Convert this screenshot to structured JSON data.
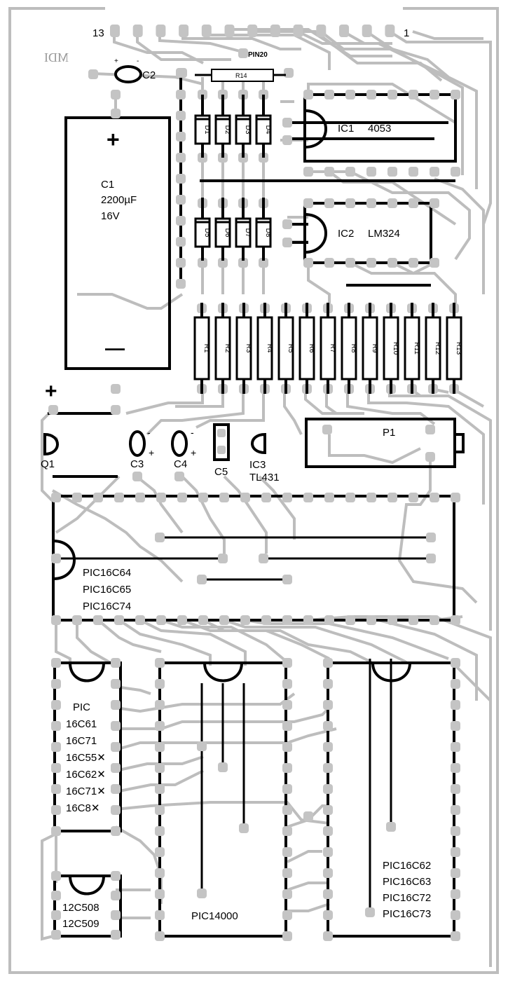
{
  "header": {
    "pin_left": "13",
    "pin_right": "1",
    "mirror_logo": "MDI"
  },
  "top": {
    "pin20": "PIN20",
    "c2_plus": "+",
    "c2_minus": "-",
    "c2": "C2",
    "r14": "R14"
  },
  "c1": {
    "plus": "+",
    "minus": "—",
    "name": "C1",
    "value": "2200µF",
    "voltage": "16V"
  },
  "diodes": [
    "D1",
    "D2",
    "D3",
    "D4",
    "D5",
    "D6",
    "D7",
    "D8"
  ],
  "ic1": {
    "name": "IC1",
    "part": "4053"
  },
  "ic2": {
    "name": "IC2",
    "part": "LM324"
  },
  "resistors": [
    "R1",
    "R2",
    "R3",
    "R4",
    "R5",
    "R6",
    "R7",
    "R8",
    "R9",
    "R10",
    "R11",
    "R12",
    "R13"
  ],
  "mid": {
    "plus": "+",
    "q1": "Q1",
    "c3": "C3",
    "c3_minus": "-",
    "c3_plus": "+",
    "c4": "C4",
    "c4_minus": "-",
    "c4_plus": "+",
    "c5": "C5",
    "ic3": "IC3",
    "ic3_part": "TL431",
    "p1": "P1"
  },
  "socket40": [
    "PIC16C64",
    "PIC16C65",
    "PIC16C74"
  ],
  "socket18": [
    "PIC",
    "16C61",
    "16C71",
    "16C55✕",
    "16C62✕",
    "16C71✕",
    "16C8✕"
  ],
  "socket8": [
    "12C508",
    "12C509"
  ],
  "socket28a": [
    "PIC14000"
  ],
  "socket28b": [
    "PIC16C62",
    "PIC16C63",
    "PIC16C72",
    "PIC16C73"
  ]
}
